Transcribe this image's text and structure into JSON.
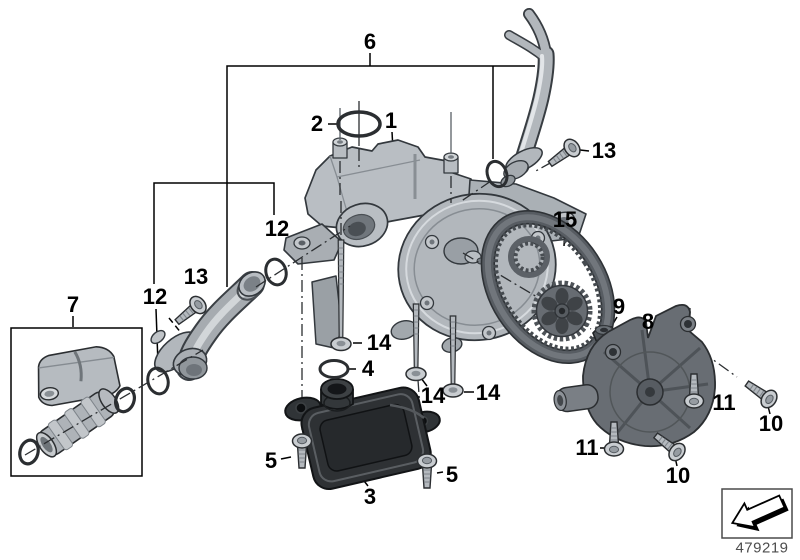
{
  "diagram": {
    "part_number": "479219",
    "icons": {
      "corner_stamp": "direction-arrow-icon"
    },
    "colors": {
      "background": "#ffffff",
      "line": "#000000",
      "part_light": "#b9bec3",
      "part_mid": "#9aa0a5",
      "part_dark_plastic": "#2e3134",
      "chain_gray": "#575c62",
      "part_number_text": "#4d4d4d"
    },
    "callouts": [
      {
        "id": "c6",
        "text": "6"
      },
      {
        "id": "c2",
        "text": "2"
      },
      {
        "id": "c1",
        "text": "1"
      },
      {
        "id": "c13a",
        "text": "13"
      },
      {
        "id": "c15",
        "text": "15"
      },
      {
        "id": "c12a",
        "text": "12"
      },
      {
        "id": "c12b",
        "text": "12"
      },
      {
        "id": "c13b",
        "text": "13"
      },
      {
        "id": "c7",
        "text": "7"
      },
      {
        "id": "c14a",
        "text": "14"
      },
      {
        "id": "c4",
        "text": "4"
      },
      {
        "id": "c9",
        "text": "9"
      },
      {
        "id": "c8",
        "text": "8"
      },
      {
        "id": "c14b",
        "text": "14"
      },
      {
        "id": "c14c",
        "text": "14"
      },
      {
        "id": "c11a",
        "text": "11"
      },
      {
        "id": "c11b",
        "text": "11"
      },
      {
        "id": "c10a",
        "text": "10"
      },
      {
        "id": "c10b",
        "text": "10"
      },
      {
        "id": "c5a",
        "text": "5"
      },
      {
        "id": "c5b",
        "text": "5"
      },
      {
        "id": "c3",
        "text": "3"
      }
    ]
  }
}
